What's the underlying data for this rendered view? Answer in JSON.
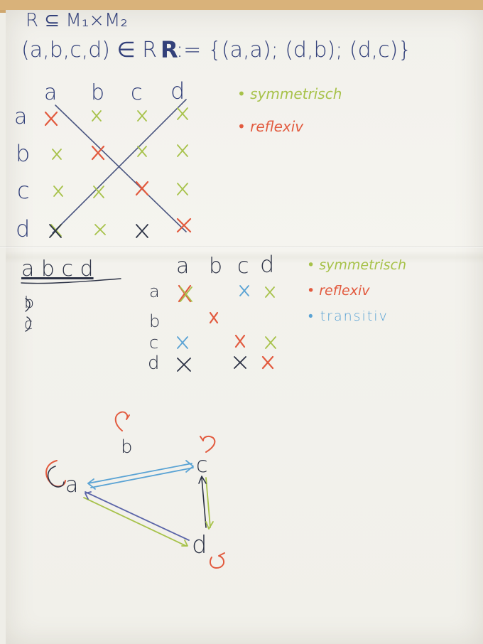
{
  "header": {
    "line1": "R ⊆ M₁×M₂",
    "line2_left": "(a,b,c,d) ∈ R",
    "line2_right_bold": "R",
    "line2_right": ":= {(a,a); (d,b); (d,c)}"
  },
  "matrix1": {
    "cols": [
      "a",
      "b",
      "c",
      "d"
    ],
    "rows": [
      "a",
      "b",
      "c",
      "d"
    ],
    "legend": [
      "• symmetrisch",
      "• reflexiv"
    ]
  },
  "matrix2": {
    "side_note": "a b c d",
    "side_letters": [
      "b",
      "c"
    ],
    "cols": [
      "a",
      "b",
      "c",
      "d"
    ],
    "rows": [
      "a",
      "b",
      "c",
      "d"
    ],
    "legend": [
      "• symmetrisch",
      "• reflexiv",
      "• transitiv"
    ]
  },
  "graph": {
    "nodes": [
      "a",
      "b",
      "c",
      "d"
    ]
  },
  "colors": {
    "ink_blue": "#33417a",
    "green": "#a7c24a",
    "red": "#e25a3e",
    "light_blue": "#5aa3d4",
    "paper": "#f2f1ec",
    "wood": "#d9b27a"
  }
}
